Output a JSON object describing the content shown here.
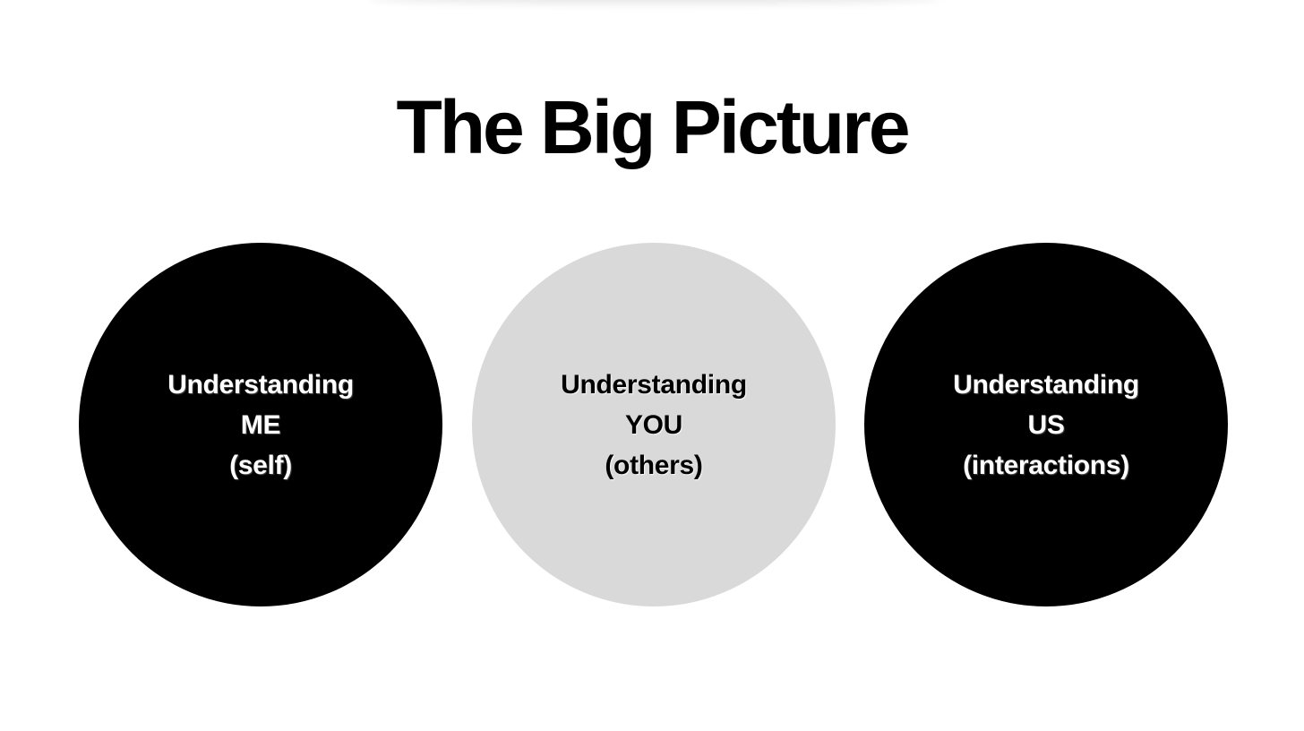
{
  "title": "The Big Picture",
  "circles": [
    {
      "line1": "Understanding",
      "line2": "ME",
      "line3": "(self)",
      "fill": "#000000",
      "text_color": "#ffffff"
    },
    {
      "line1": "Understanding",
      "line2": "YOU",
      "line3": "(others)",
      "fill": "#d9d9d9",
      "text_color": "#000000"
    },
    {
      "line1": "Understanding",
      "line2": "US",
      "line3": "(interactions)",
      "fill": "#000000",
      "text_color": "#ffffff"
    }
  ]
}
